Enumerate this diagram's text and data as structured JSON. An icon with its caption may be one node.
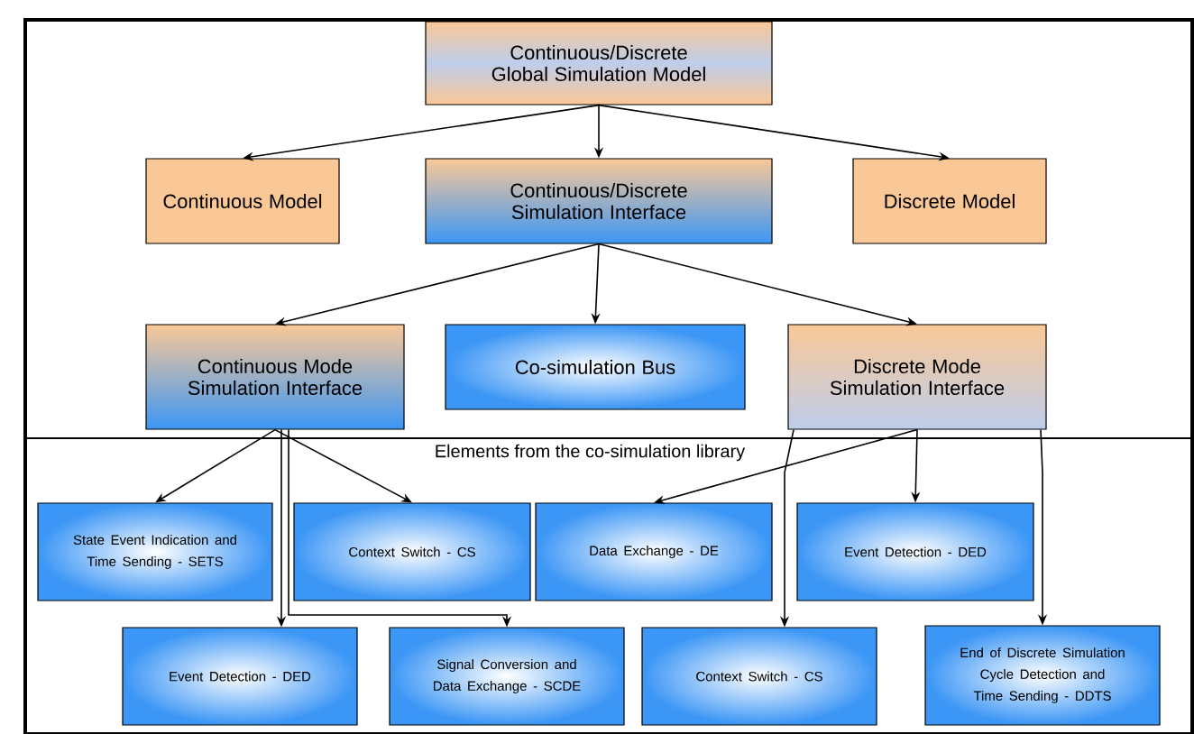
{
  "diagram": {
    "nodes": [
      {
        "text": [
          "Continuous/Discrete Global Simulation Model"
        ]
      },
      {
        "text": [
          "Continuous Model"
        ]
      },
      {
        "text": [
          "Continuous/Discrete Simulation Interface"
        ]
      },
      {
        "text": [
          "Discrete Model"
        ]
      },
      {
        "text": [
          "Continuous Mode Simulation Interface"
        ]
      },
      {
        "text": [
          "Co-simulation Bus"
        ]
      },
      {
        "text": [
          "Discrete Mode Simulation Interface"
        ]
      },
      {
        "text": [
          "State Event Indication and Time Sending - SETS"
        ]
      },
      {
        "text": [
          "Context Switch - CS"
        ]
      },
      {
        "text": [
          "Data Exchange - DE"
        ]
      },
      {
        "text": [
          "Event Detection - DED"
        ]
      },
      {
        "text": [
          "Event Detection - DED"
        ]
      },
      {
        "text": [
          "Signal Conversion and Data Exchange - SCDE"
        ]
      },
      {
        "text": [
          "Context Switch - CS"
        ]
      },
      {
        "text": [
          "End of Discrete Simulation Cycle Detection and Time Sending - DDTS"
        ]
      }
    ],
    "edges": [
      {
        "from": 0,
        "to": 1,
        "arrow": "to"
      },
      {
        "from": 0,
        "to": 2,
        "arrow": "to"
      },
      {
        "from": 0,
        "to": 3,
        "arrow": "to"
      },
      {
        "from": 2,
        "to": 4,
        "arrow": "to"
      },
      {
        "from": 2,
        "to": 5,
        "arrow": "to"
      },
      {
        "from": 2,
        "to": 6,
        "arrow": "to"
      },
      {
        "from": 4,
        "to": 7,
        "arrow": "to"
      },
      {
        "from": 4,
        "to": 11,
        "arrow": "to"
      },
      {
        "from": 4,
        "to": 12,
        "arrow": "to"
      },
      {
        "from": 4,
        "to": 8,
        "arrow": "to"
      },
      {
        "from": 6,
        "to": 9,
        "arrow": "to"
      },
      {
        "from": 6,
        "to": 13,
        "arrow": "to"
      },
      {
        "from": 6,
        "to": 10,
        "arrow": "to"
      },
      {
        "from": 6,
        "to": 14,
        "arrow": "to"
      }
    ],
    "labels": [
      "Elements from the co-simulation library"
    ]
  }
}
